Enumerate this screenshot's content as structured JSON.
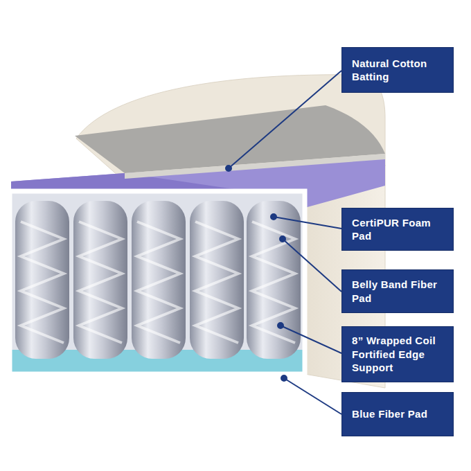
{
  "diagram": {
    "nodes": [
      {
        "text": [
          "Natural Cotton Batting"
        ]
      },
      {
        "text": [
          "CertiPUR Foam Pad"
        ]
      },
      {
        "text": [
          "Belly Band Fiber Pad"
        ]
      },
      {
        "text": [
          "8” Wrapped Coil Fortified Edge Support"
        ]
      },
      {
        "text": [
          "Blue Fiber Pad"
        ]
      }
    ]
  }
}
